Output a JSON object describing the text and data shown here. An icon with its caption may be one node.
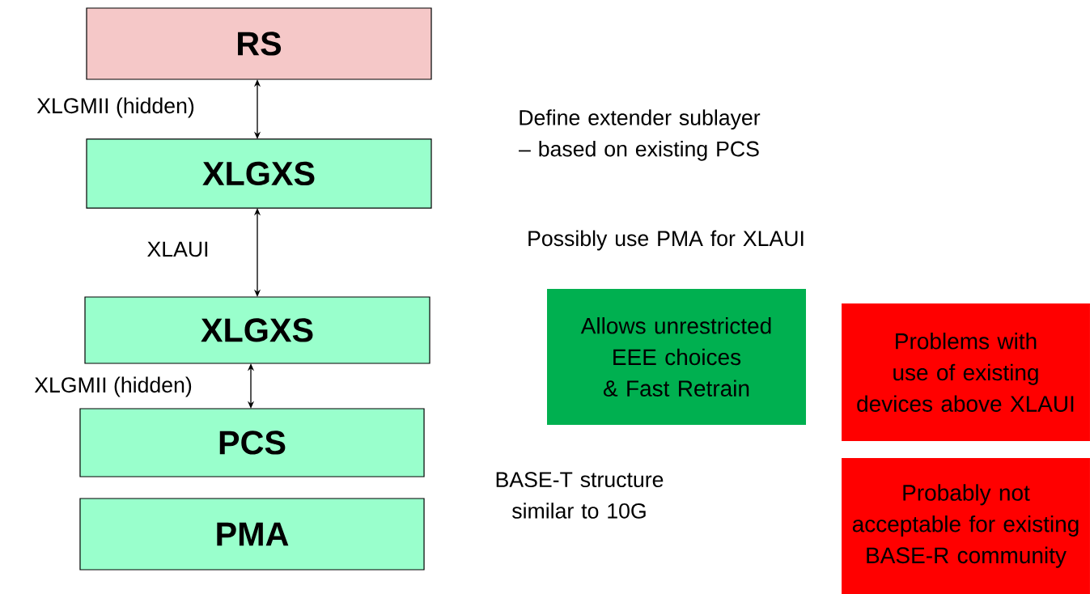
{
  "diagram": {
    "nodes": [
      {
        "text": [
          "RS"
        ]
      },
      {
        "text": [
          "XLGXS"
        ]
      },
      {
        "text": [
          "XLGXS"
        ]
      },
      {
        "text": [
          "PCS"
        ]
      },
      {
        "text": [
          "PMA"
        ]
      },
      {
        "text": [
          "Allows unrestricted EEE choices & Fast Retrain"
        ]
      },
      {
        "text": [
          "Problems with use of existing devices above XLAUI"
        ]
      },
      {
        "text": [
          "Probably not acceptable for existing BASE-R community"
        ]
      }
    ],
    "edges": [
      {
        "from": 0,
        "to": 1,
        "arrow": "both",
        "label": "XLGMII (hidden)"
      },
      {
        "from": 1,
        "to": 2,
        "arrow": "both",
        "label": "XLAUI"
      },
      {
        "from": 2,
        "to": 3,
        "arrow": "both",
        "label": "XLGMII (hidden)"
      }
    ],
    "labels": [
      "Define extender sublayer – based on existing PCS",
      "Possibly use PMA for XLAUI",
      "BASE-T structure similar to 10G"
    ]
  }
}
